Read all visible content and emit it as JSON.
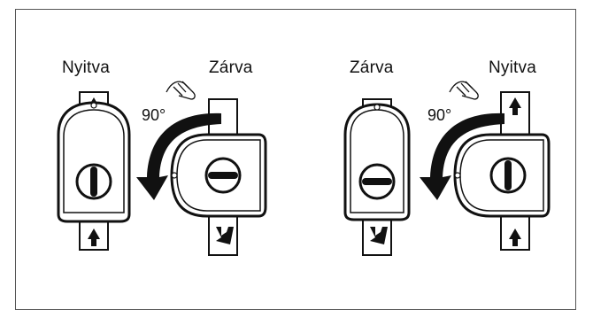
{
  "left_diagram": {
    "open_label": "Nyitva",
    "closed_label": "Zárva",
    "angle_label": "90°"
  },
  "right_diagram": {
    "closed_label": "Zárva",
    "open_label": "Nyitva",
    "angle_label": "90°"
  },
  "colors": {
    "stroke": "#111111",
    "fill": "#ffffff",
    "frame": "#555555"
  },
  "icons": [
    "hand-icon",
    "up-arrow-icon",
    "diagonal-arrow-icon",
    "rotation-arrow-icon",
    "lock-icon"
  ]
}
